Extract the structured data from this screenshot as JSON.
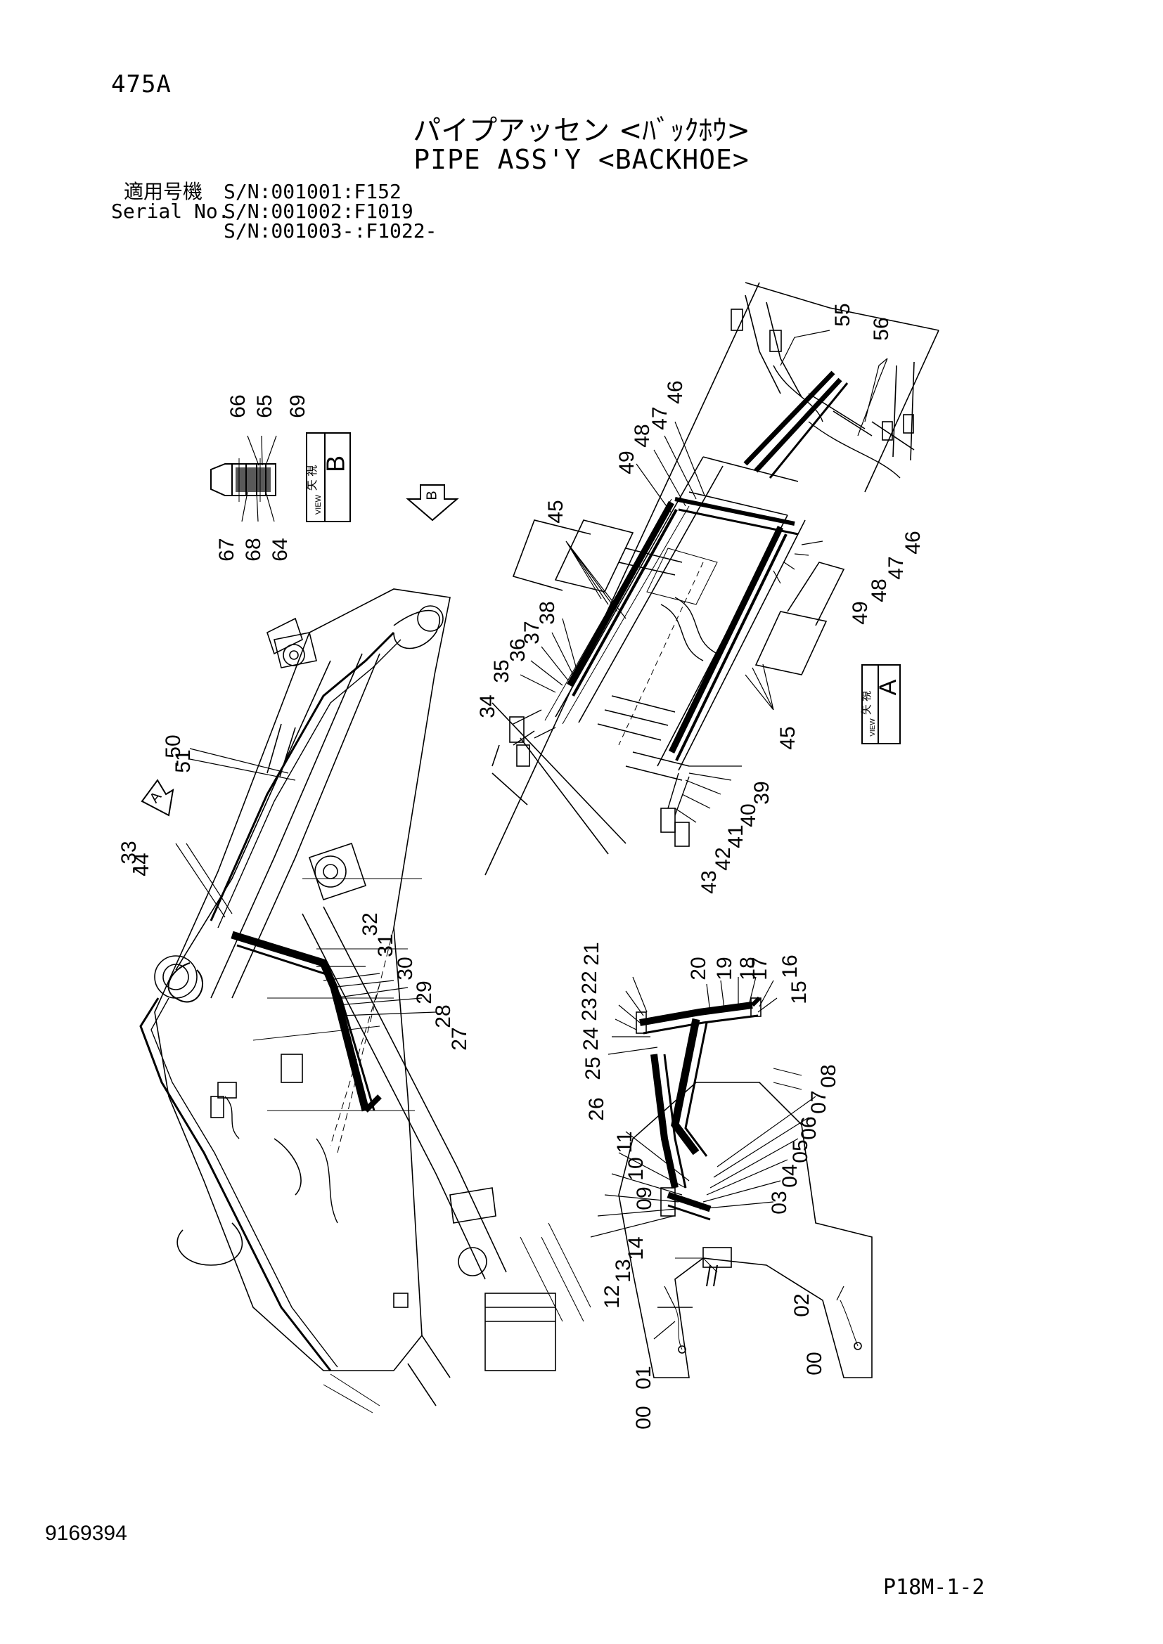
{
  "header": {
    "page_code": "475A",
    "title_jp": "パイプアッセン <ﾊﾞｯｸﾎｳ>",
    "title_en": "PIPE ASS'Y <BACKHOE>",
    "serial_label_jp": "適用号機",
    "serial_label_en": "Serial No.",
    "serials": [
      "S/N:001001:F152",
      "S/N:001002:F1019",
      "S/N:001003-:F1022-"
    ]
  },
  "views": {
    "view_b": {
      "jp": "矢 視",
      "en": "VIEW",
      "letter": "B"
    },
    "view_a": {
      "jp": "矢 視",
      "en": "VIEW",
      "letter": "A"
    },
    "arrow_b": "B",
    "arrow_a": "A"
  },
  "callouts": {
    "view_b_top": [
      "66",
      "65",
      "69"
    ],
    "view_b_bottom": [
      "67",
      "68",
      "64"
    ],
    "top_right": [
      "55",
      "56"
    ],
    "view_a_left_upper": [
      "46",
      "47",
      "48",
      "49"
    ],
    "view_a_left_45": "45",
    "view_a_left_lower": [
      "38",
      "37",
      "36",
      "35",
      "34"
    ],
    "view_a_right_upper": [
      "46",
      "47",
      "48",
      "49"
    ],
    "view_a_right_45": "45",
    "view_a_right_lower": [
      "39",
      "40",
      "41",
      "42",
      "43"
    ],
    "boom_upper": [
      "50",
      "51"
    ],
    "boom_dash_1": "-",
    "boom_mid": [
      "33",
      "44"
    ],
    "boom_dash_2": "-",
    "boom_pipes": [
      "32",
      "31",
      "30",
      "29",
      "28",
      "27"
    ],
    "lower_top": [
      "21",
      "22",
      "23",
      "24",
      "25",
      "26",
      "20",
      "19",
      "18",
      "17",
      "16",
      "15"
    ],
    "lower_mid": [
      "11",
      "10",
      "09",
      "14",
      "13",
      "12",
      "08",
      "07",
      "06",
      "05",
      "04",
      "03"
    ],
    "lower_bottom": [
      "00",
      "01",
      "02",
      "00"
    ]
  },
  "footer": {
    "doc_id": "9169394",
    "sheet_id": "P18M-1-2"
  }
}
